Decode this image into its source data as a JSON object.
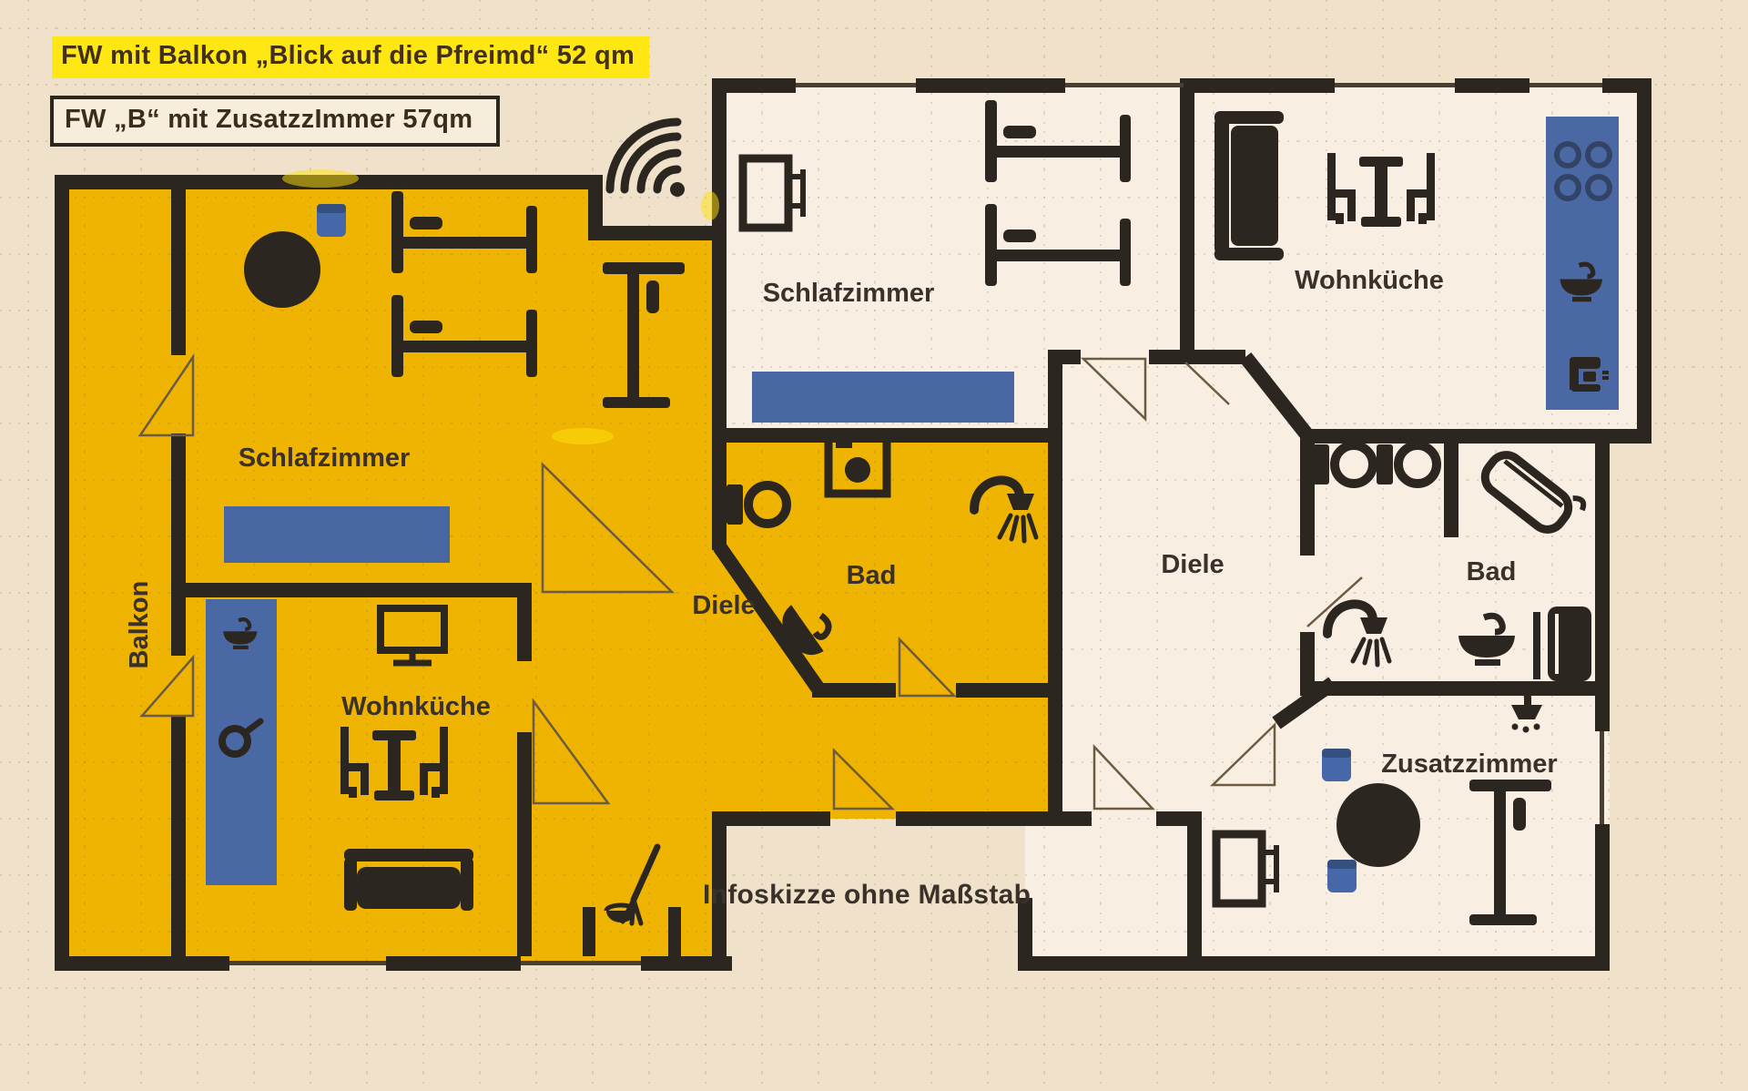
{
  "titles": {
    "apartment_a": "FW mit  Balkon „Blick auf die Pfreimd“ 52 qm",
    "apartment_b": "FW „B“ mit ZusatzzImmer 57qm"
  },
  "footer_note": "Infoskizze ohne Maßstab",
  "rooms": {
    "a_balkon": "Balkon",
    "a_schlafzimmer": "Schlafzimmer",
    "a_wohnkueche": "Wohnküche",
    "a_diele": "Diele",
    "a_bad": "Bad",
    "b_schlafzimmer": "Schlafzimmer",
    "b_wohnkueche": "Wohnküche",
    "b_diele": "Diele",
    "b_bad": "Bad",
    "b_zusatzzimmer": "Zusatzzimmer"
  },
  "apartments": {
    "a": {
      "label": "FW mit Balkon „Blick auf die Pfreimd“",
      "area": "52 qm",
      "highlighted": true
    },
    "b": {
      "label": "FW „B“ mit Zusatzzimmer",
      "area": "57qm",
      "highlighted": false
    }
  },
  "icons": {
    "wifi-icon": "signal arcs with dot",
    "bed-icon": "bed with headboard and pillow",
    "tv-icon": "rectangle screen with bracket",
    "round-table-icon": "filled circle",
    "stool-icon": "blue square seat",
    "sideboard-icon": "blue rectangle",
    "kitchen-counter-icon": "blue counter strip",
    "dining-set-icon": "table with two chairs",
    "sofa-icon": "couch with arms",
    "broom-icon": "broom and bucket",
    "toilet-icon": "cistern and bowl ring",
    "washing-machine-icon": "square with porthole",
    "shower-icon": "shower head with spray",
    "bathtub-icon": "tilted tub outline",
    "towel-rail-icon": "towel on rail",
    "sink-icon": "basin with tap",
    "coffee-machine-icon": "small appliance",
    "stove-icon": "hob rings"
  },
  "colors": {
    "paper": "#f0e1cb",
    "apartment_a_fill": "#efb402",
    "apartment_b_fill": "#f8efe2",
    "wall": "#2c2620",
    "furniture_blue": "#4a69a4",
    "highlight": "#ffe713"
  }
}
